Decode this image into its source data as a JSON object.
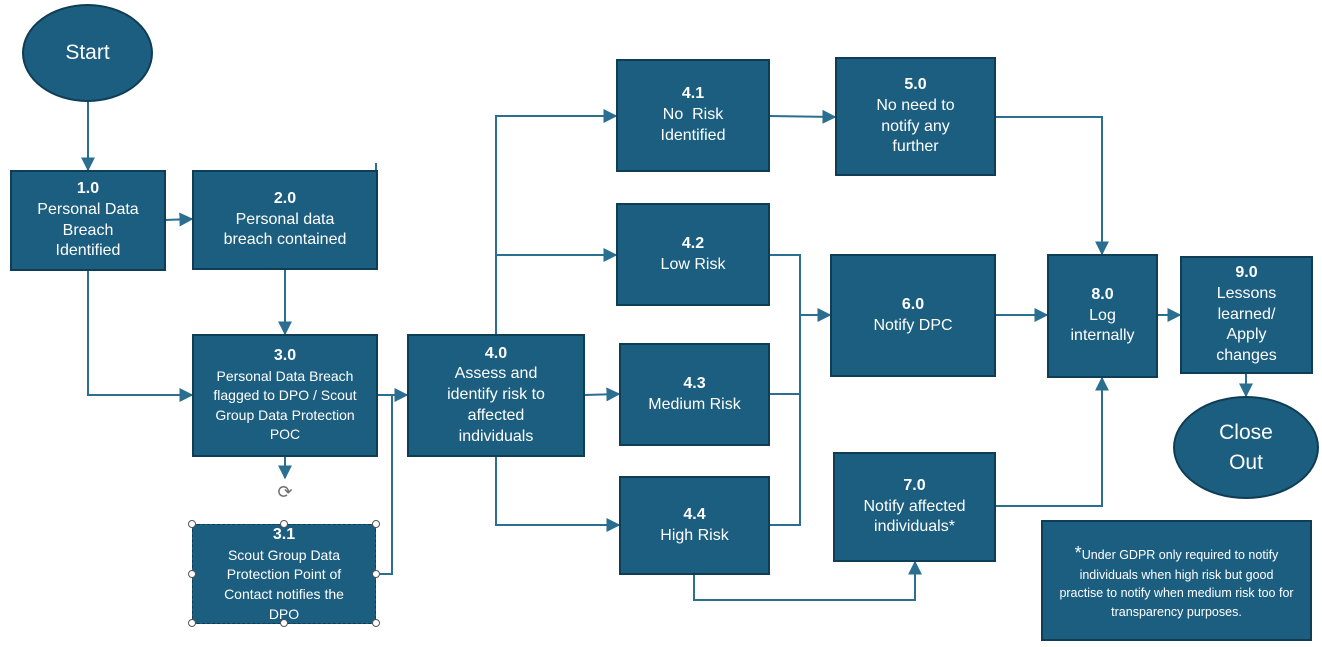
{
  "diagram": {
    "start": "Start",
    "close_out": "Close\nOut",
    "nodes": {
      "n1_0": {
        "num": "1.0",
        "label": "Personal Data\nBreach\nIdentified"
      },
      "n2_0": {
        "num": "2.0",
        "label": "Personal data\nbreach contained"
      },
      "n3_0": {
        "num": "3.0",
        "label": "Personal Data Breach\nflagged to DPO / Scout\nGroup Data Protection\nPOC"
      },
      "n3_1": {
        "num": "3.1",
        "label": "Scout Group Data\nProtection Point of\nContact notifies the\nDPO"
      },
      "n4_0": {
        "num": "4.0",
        "label": "Assess and\nidentify risk to\naffected\nindividuals"
      },
      "n4_1": {
        "num": "4.1",
        "label": "No  Risk\nIdentified"
      },
      "n4_2": {
        "num": "4.2",
        "label": "Low Risk"
      },
      "n4_3": {
        "num": "4.3",
        "label": "Medium Risk"
      },
      "n4_4": {
        "num": "4.4",
        "label": "High Risk"
      },
      "n5_0": {
        "num": "5.0",
        "label": "No need to\nnotify any\nfurther"
      },
      "n6_0": {
        "num": "6.0",
        "label": "Notify DPC"
      },
      "n7_0": {
        "num": "7.0",
        "label": "Notify affected\nindividuals*"
      },
      "n8_0": {
        "num": "8.0",
        "label": "Log\ninternally"
      },
      "n9_0": {
        "num": "9.0",
        "label": "Lessons\nlearned/\nApply\nchanges"
      }
    },
    "note": {
      "star": "*",
      "text": "Under GDPR only required to notify individuals when high risk but good practise to notify when medium risk too for transparency purposes."
    }
  },
  "colors": {
    "node_fill": "#1b5e80",
    "node_border": "#0f3d55",
    "connector": "#2a6e90",
    "text": "#ffffff"
  },
  "icons": {
    "rotate_handle": "rotate-icon"
  }
}
